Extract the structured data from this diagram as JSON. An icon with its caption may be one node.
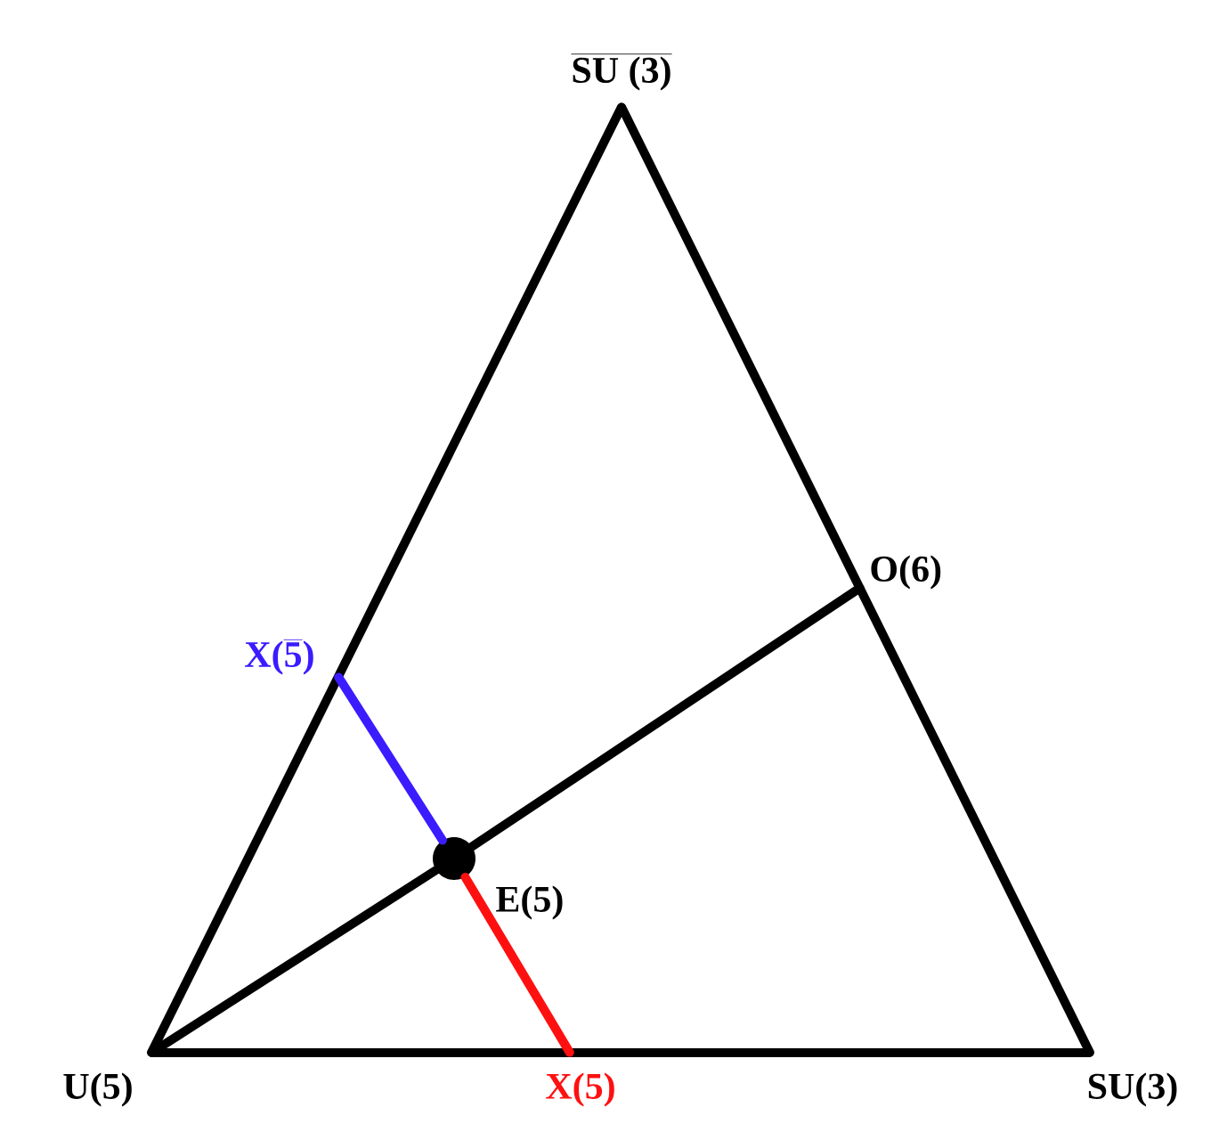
{
  "diagram": {
    "nodes": [
      {
        "text": [
          "\\overline{\\textbf{SU (3)}}"
        ]
      },
      {
        "text": [
          "O(6)"
        ]
      },
      {
        "text": [
          "\\textbf{X(}\\overline{\\textbf{5}}\\textbf{)}"
        ]
      },
      {
        "text": [],
        "shape": "circle",
        "beside": [
          "E(5)"
        ]
      },
      {
        "text": [
          "U(5)"
        ]
      },
      {
        "text": [
          "X(5)"
        ]
      },
      {
        "text": [
          "SU(3)"
        ]
      }
    ],
    "edges": [
      {
        "from": 4,
        "to": 6,
        "arrow": "none"
      },
      {
        "from": 4,
        "to": 0,
        "arrow": "none"
      },
      {
        "from": 0,
        "to": 6,
        "arrow": "none"
      },
      {
        "from": 4,
        "to": 3,
        "arrow": "none"
      },
      {
        "from": 3,
        "to": 1,
        "arrow": "none"
      },
      {
        "from": 2,
        "to": 3,
        "arrow": "none",
        "color": "#3a1cff"
      },
      {
        "from": 3,
        "to": 5,
        "arrow": "none",
        "color": "#ff1010"
      }
    ]
  }
}
